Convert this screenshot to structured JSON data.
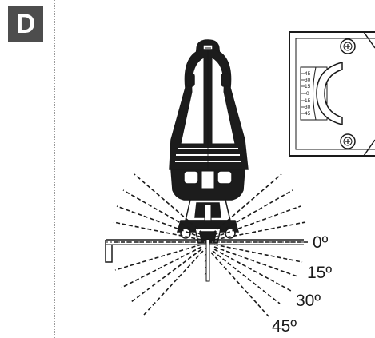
{
  "step": {
    "letter": "D"
  },
  "bevel_scale": {
    "ticks": [
      "45",
      "30",
      "15",
      "0",
      "15",
      "30",
      "45"
    ]
  },
  "angle_labels": {
    "a0": "0º",
    "a15": "15º",
    "a30": "30º",
    "a45": "45º"
  },
  "colors": {
    "badge": "#4d4d4d",
    "line": "#1a1a1a",
    "body_dark": "#1c1c1c"
  }
}
